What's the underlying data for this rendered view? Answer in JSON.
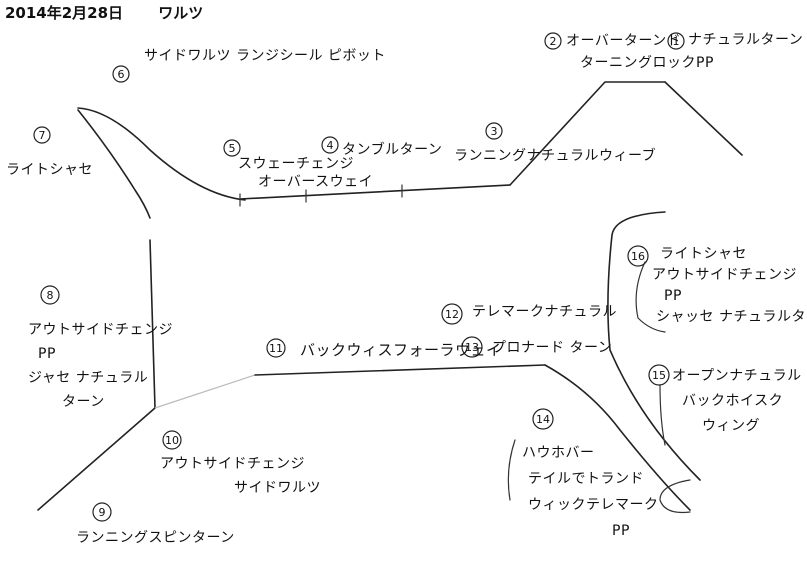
{
  "header": {
    "date": "2014年2月28日",
    "title": "ワルツ"
  },
  "figures": [
    {
      "number": "1",
      "lines": [
        "ナチュラルターン"
      ]
    },
    {
      "number": "2",
      "lines": [
        "オーバーターンド",
        "ターニングロックPP"
      ]
    },
    {
      "number": "3",
      "lines": [
        "ランニングナチュラルウィーブ"
      ]
    },
    {
      "number": "4",
      "lines": [
        "タンブルターン"
      ]
    },
    {
      "number": "5",
      "lines": [
        "スウェーチェンジ",
        "オーバースウェイ"
      ]
    },
    {
      "number": "6",
      "lines": [
        "サイドワルツ ランジシール ピボット"
      ]
    },
    {
      "number": "7",
      "lines": [
        "ライトシャセ"
      ]
    },
    {
      "number": "8",
      "lines": [
        "アウトサイドチェンジ",
        "PP",
        "ジャセ ナチュラル",
        "ターン"
      ]
    },
    {
      "number": "9",
      "lines": [
        "ランニングスピンターン"
      ]
    },
    {
      "number": "10",
      "lines": [
        "アウトサイドチェンジ",
        "サイドワルツ"
      ]
    },
    {
      "number": "11",
      "lines": [
        "バックウィスフォーラウェイ"
      ]
    },
    {
      "number": "12",
      "lines": [
        "テレマークナチュラル"
      ]
    },
    {
      "number": "13",
      "lines": [
        "プロナード ターン"
      ]
    },
    {
      "number": "14",
      "lines": [
        "ハウホバー",
        "テイルでトランド",
        "ウィックテレマーク",
        "PP"
      ]
    },
    {
      "number": "15",
      "lines": [
        "オープンナチュラル",
        "バックホイスク",
        "ウィング"
      ]
    },
    {
      "number": "16",
      "lines": [
        "ライトシャセ",
        "アウトサイドチェンジ",
        "PP",
        "シャッセ ナチュラルターン"
      ]
    }
  ]
}
